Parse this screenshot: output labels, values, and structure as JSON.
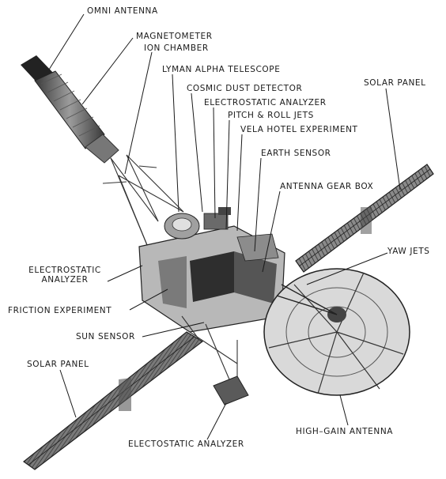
{
  "labels": {
    "omni_antenna": "OMNI ANTENNA",
    "magnetometer": "MAGNETOMETER",
    "ion_chamber": "ION CHAMBER",
    "lyman_alpha": "LYMAN ALPHA TELESCOPE",
    "cosmic_dust": "COSMIC DUST DETECTOR",
    "electrostatic_top": "ELECTROSTATIC ANALYZER",
    "pitch_roll": "PITCH & ROLL JETS",
    "vela_hotel": "VELA HOTEL EXPERIMENT",
    "earth_sensor": "EARTH SENSOR",
    "antenna_gear": "ANTENNA GEAR BOX",
    "solar_panel_right": "SOLAR PANEL",
    "yaw_jets": "YAW JETS",
    "electrostatic_left_1": "ELECTROSTATIC",
    "electrostatic_left_2": "ANALYZER",
    "friction": "FRICTION EXPERIMENT",
    "sun_sensor": "SUN SENSOR",
    "solar_panel_left": "SOLAR PANEL",
    "electostatic_bottom": "ELECTOSTATIC ANALYZER",
    "high_gain": "HIGH–GAIN ANTENNA"
  },
  "colors": {
    "ink": "#1a1a1a",
    "panel_dark": "#2e2e2e",
    "panel_mid": "#6a6a6a",
    "dish": "#d9d9d9",
    "metal": "#9a9a9a"
  }
}
